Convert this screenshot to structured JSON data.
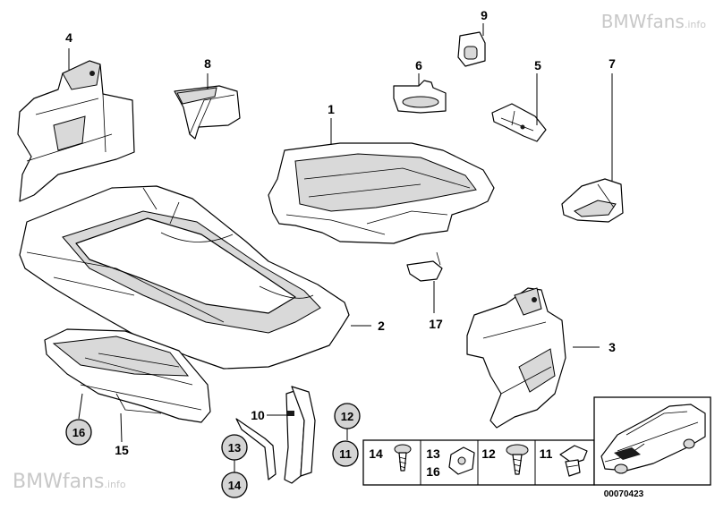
{
  "diagram": {
    "callouts": [
      {
        "id": "c1",
        "label": "1",
        "circled": false
      },
      {
        "id": "c2",
        "label": "2",
        "circled": false
      },
      {
        "id": "c3",
        "label": "3",
        "circled": false
      },
      {
        "id": "c4",
        "label": "4",
        "circled": false
      },
      {
        "id": "c5",
        "label": "5",
        "circled": false
      },
      {
        "id": "c6",
        "label": "6",
        "circled": false
      },
      {
        "id": "c7",
        "label": "7",
        "circled": false
      },
      {
        "id": "c8",
        "label": "8",
        "circled": false
      },
      {
        "id": "c9",
        "label": "9",
        "circled": false
      },
      {
        "id": "c10",
        "label": "10",
        "circled": false
      },
      {
        "id": "c15",
        "label": "15",
        "circled": false
      },
      {
        "id": "c16",
        "label": "16",
        "circled": true
      },
      {
        "id": "c17",
        "label": "17",
        "circled": false
      },
      {
        "id": "c12",
        "label": "12",
        "circled": true
      },
      {
        "id": "c11",
        "label": "11",
        "circled": true
      },
      {
        "id": "c13",
        "label": "13",
        "circled": true
      },
      {
        "id": "c14",
        "label": "14",
        "circled": true
      }
    ],
    "fastener_panel": {
      "cells": [
        {
          "labels": [
            "14"
          ],
          "icon": "screw-icon"
        },
        {
          "labels": [
            "13",
            "16"
          ],
          "icon": "clip-nut-icon"
        },
        {
          "labels": [
            "12"
          ],
          "icon": "screw-icon"
        },
        {
          "labels": [
            "11"
          ],
          "icon": "plastic-rivet-icon"
        }
      ]
    },
    "diagram_code": "00070423"
  },
  "watermark": {
    "top": {
      "main": "BMWfans",
      "suffix": ".info"
    },
    "bottom": {
      "main": "BMWfans",
      "suffix": ".info"
    }
  }
}
